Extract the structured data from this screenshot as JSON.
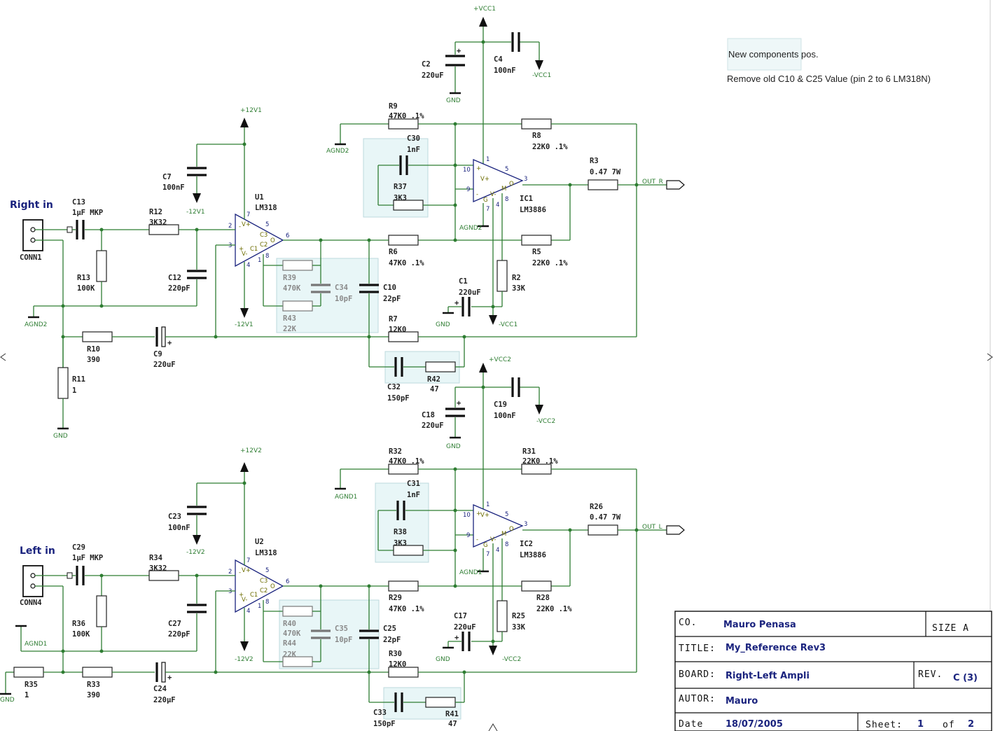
{
  "notes": {
    "line1": "New components pos.",
    "line2": "Remove old C10 & C25 Value (pin 2 to 6 LM318N)"
  },
  "inputs": {
    "right": "Right in",
    "left": "Left in"
  },
  "nets": {
    "vcc1_pos": "+VCC1",
    "vcc1_neg": "-VCC1",
    "vcc1_neg2": "-VCC1",
    "vcc2_pos": "+VCC2",
    "vcc2_neg": "-VCC2",
    "vcc2_neg2": "-VCC2",
    "v12_1_pos": "+12V1",
    "v12_1_neg": "-12V1",
    "v12_1_neg2": "-12V1",
    "v12_2_pos": "+12V2",
    "v12_2_neg": "-12V2",
    "v12_2_neg2": "-12V2",
    "gnd_c2": "GND",
    "gnd_r11": "GND",
    "gnd_c1": "GND",
    "gnd_c18": "GND",
    "gnd_c17": "GND",
    "gnd_r35": "GND",
    "agnd2_a": "AGND2",
    "agnd2_b": "AGND2",
    "agnd2_c": "AGND2",
    "agnd1_a": "AGND1",
    "agnd1_b": "AGND1",
    "agnd1_c": "AGND1",
    "out_r": "OUT_R",
    "out_l": "OUT_L"
  },
  "upper": {
    "C2": {
      "ref": "C2",
      "val": "220uF"
    },
    "C4": {
      "ref": "C4",
      "val": "100nF"
    },
    "R9": {
      "ref": "R9",
      "val": "47K0 .1%"
    },
    "R8": {
      "ref": "R8",
      "val": "22K0 .1%"
    },
    "C30": {
      "ref": "C30",
      "val": "1nF"
    },
    "R37": {
      "ref": "R37",
      "val": "3K3"
    },
    "R3": {
      "ref": "R3",
      "val": "0.47 7W"
    },
    "C7": {
      "ref": "C7",
      "val": "100nF"
    },
    "U1": {
      "ref": "U1",
      "val": "LM318"
    },
    "IC1": {
      "ref": "IC1",
      "val": "LM3886"
    },
    "C13": {
      "ref": "C13",
      "val": "1µF MKP"
    },
    "R12": {
      "ref": "R12",
      "val": "3K32"
    },
    "CONN1": {
      "ref": "CONN1"
    },
    "R13": {
      "ref": "R13",
      "val": "100K"
    },
    "C12": {
      "ref": "C12",
      "val": "220pF"
    },
    "R6": {
      "ref": "R6",
      "val": "47K0 .1%"
    },
    "R5": {
      "ref": "R5",
      "val": "22K0 .1%"
    },
    "R39": {
      "ref": "R39",
      "val": "470K"
    },
    "C34": {
      "ref": "C34",
      "val": "10pF"
    },
    "C10": {
      "ref": "C10",
      "val": "22pF"
    },
    "R43": {
      "ref": "R43",
      "val": "22K"
    },
    "C1": {
      "ref": "C1",
      "val": "220uF"
    },
    "R2": {
      "ref": "R2",
      "val": "33K"
    },
    "R7": {
      "ref": "R7",
      "val": "12K0"
    },
    "R10": {
      "ref": "R10",
      "val": "390"
    },
    "C9": {
      "ref": "C9",
      "val": "220uF"
    },
    "R11": {
      "ref": "R11",
      "val": "1"
    },
    "C32": {
      "ref": "C32",
      "val": "150pF"
    },
    "R42": {
      "ref": "R42",
      "val": "47"
    }
  },
  "lower": {
    "C18": {
      "ref": "C18",
      "val": "220uF"
    },
    "C19": {
      "ref": "C19",
      "val": "100nF"
    },
    "R32": {
      "ref": "R32",
      "val": "47K0 .1%"
    },
    "R31": {
      "ref": "R31",
      "val": "22K0 .1%"
    },
    "C31": {
      "ref": "C31",
      "val": "1nF"
    },
    "R38": {
      "ref": "R38",
      "val": "3K3"
    },
    "R26": {
      "ref": "R26",
      "val": "0.47 7W"
    },
    "C23": {
      "ref": "C23",
      "val": "100nF"
    },
    "U2": {
      "ref": "U2",
      "val": "LM318"
    },
    "IC2": {
      "ref": "IC2",
      "val": "LM3886"
    },
    "C29": {
      "ref": "C29",
      "val": "1µF MKP"
    },
    "R34": {
      "ref": "R34",
      "val": "3K32"
    },
    "CONN4": {
      "ref": "CONN4"
    },
    "R36": {
      "ref": "R36",
      "val": "100K"
    },
    "C27": {
      "ref": "C27",
      "val": "220pF"
    },
    "R29": {
      "ref": "R29",
      "val": "47K0 .1%"
    },
    "R28": {
      "ref": "R28",
      "val": "22K0 .1%"
    },
    "R40": {
      "ref": "R40",
      "val": "470K"
    },
    "C35": {
      "ref": "C35",
      "val": "10pF"
    },
    "C25": {
      "ref": "C25",
      "val": "22pF"
    },
    "R44": {
      "ref": "R44",
      "val": "22K"
    },
    "C17": {
      "ref": "C17",
      "val": "220uF"
    },
    "R25": {
      "ref": "R25",
      "val": "33K"
    },
    "R30": {
      "ref": "R30",
      "val": "12K0"
    },
    "R33": {
      "ref": "R33",
      "val": "390"
    },
    "C24": {
      "ref": "C24",
      "val": "220µF"
    },
    "R35": {
      "ref": "R35",
      "val": "1"
    },
    "C33": {
      "ref": "C33",
      "val": "150pF"
    },
    "R41": {
      "ref": "R41",
      "val": "47"
    }
  },
  "pins": {
    "lm318": {
      "v_plus": "V+",
      "v_minus": "V-",
      "c1": "C1",
      "c2": "C2",
      "c3": "C3",
      "o": "O",
      "minus": "-",
      "plus": "+",
      "p2": "2",
      "p3": "3",
      "p4": "4",
      "p5": "5",
      "p6": "6",
      "p7": "7",
      "p1": "1",
      "p8": "8"
    },
    "lm3886": {
      "v_plus": "V+",
      "v_minus": "V-",
      "g": "G",
      "m": "M",
      "o": "O",
      "plus": "+",
      "minus": "-",
      "p10": "10",
      "p9": "9",
      "p1": "1",
      "p5": "5",
      "p3": "3",
      "p7": "7",
      "p4": "4",
      "p8": "8"
    }
  },
  "title_block": {
    "co_label": "CO.",
    "co_value": "Mauro Penasa",
    "size_label": "SIZE  A",
    "title_label": "TITLE:",
    "title_value": "My_Reference Rev3",
    "board_label": "BOARD:",
    "board_value": "Right-Left Ampli",
    "rev_label": "REV.",
    "rev_value": "C (3)",
    "autor_label": "AUTOR:",
    "autor_value": "Mauro",
    "date_label": "Date",
    "date_value": "18/07/2005",
    "sheet_label": "Sheet:",
    "sheet_value": "1",
    "of_label": "of",
    "of_value": "2"
  }
}
